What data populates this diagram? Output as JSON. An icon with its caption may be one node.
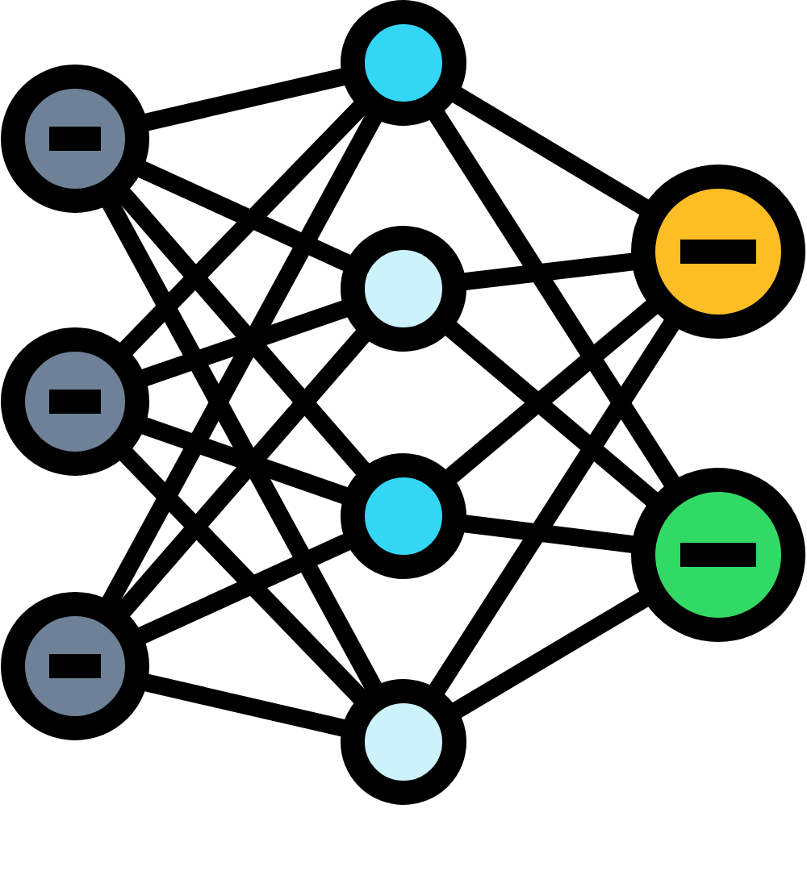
{
  "diagram": {
    "nodes": [
      {
        "text": [],
        "shape": "circle"
      },
      {
        "text": [],
        "shape": "circle"
      },
      {
        "text": [],
        "shape": "circle"
      },
      {
        "text": [],
        "shape": "circle"
      },
      {
        "text": [],
        "shape": "circle"
      },
      {
        "text": [],
        "shape": "circle"
      },
      {
        "text": [],
        "shape": "circle"
      },
      {
        "text": [],
        "shape": "circle"
      },
      {
        "text": [],
        "shape": "circle"
      }
    ],
    "edges": [
      {
        "from": 0,
        "to": 3,
        "arrow": "none"
      },
      {
        "from": 0,
        "to": 4,
        "arrow": "none"
      },
      {
        "from": 0,
        "to": 5,
        "arrow": "none"
      },
      {
        "from": 0,
        "to": 6,
        "arrow": "none"
      },
      {
        "from": 1,
        "to": 3,
        "arrow": "none"
      },
      {
        "from": 1,
        "to": 4,
        "arrow": "none"
      },
      {
        "from": 1,
        "to": 5,
        "arrow": "none"
      },
      {
        "from": 1,
        "to": 6,
        "arrow": "none"
      },
      {
        "from": 2,
        "to": 3,
        "arrow": "none"
      },
      {
        "from": 2,
        "to": 4,
        "arrow": "none"
      },
      {
        "from": 2,
        "to": 5,
        "arrow": "none"
      },
      {
        "from": 2,
        "to": 6,
        "arrow": "none"
      },
      {
        "from": 3,
        "to": 7,
        "arrow": "none"
      },
      {
        "from": 3,
        "to": 8,
        "arrow": "none"
      },
      {
        "from": 4,
        "to": 7,
        "arrow": "none"
      },
      {
        "from": 4,
        "to": 8,
        "arrow": "none"
      },
      {
        "from": 5,
        "to": 7,
        "arrow": "none"
      },
      {
        "from": 5,
        "to": 8,
        "arrow": "none"
      },
      {
        "from": 6,
        "to": 7,
        "arrow": "none"
      },
      {
        "from": 6,
        "to": 8,
        "arrow": "none"
      }
    ]
  }
}
